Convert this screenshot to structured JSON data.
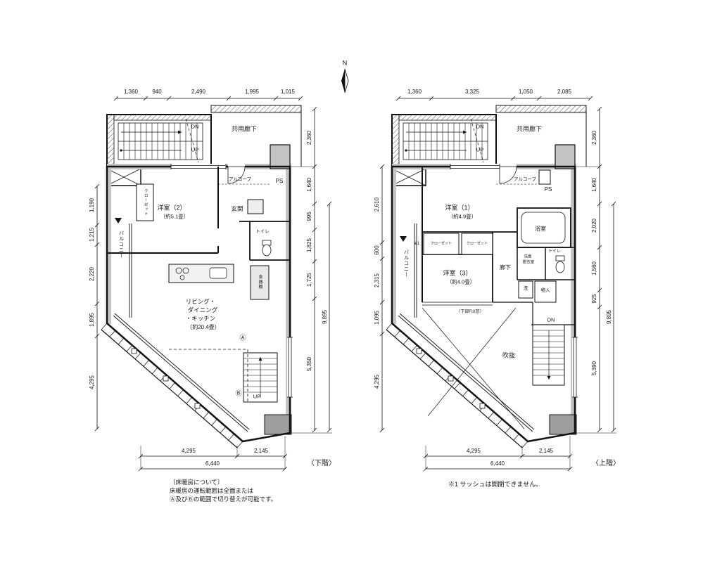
{
  "compass": {
    "label": "N"
  },
  "plans": [
    {
      "floor_label": "〈下階〉",
      "corridor": "共用廊下",
      "stair_dn": "DN",
      "stair_up": "UP",
      "rooms": {
        "alcove": "アルコーブ",
        "ps": "PS",
        "closet": "クローゼット",
        "western2": "洋室（2）",
        "western2_size": "（約5.1畳）",
        "entrance": "玄関",
        "toilet": "トイレ",
        "balcony": "バルコニー",
        "cupboard": "食器棚",
        "ldk1": "リビング・",
        "ldk2": "ダイニング",
        "ldk3": "・キッチン",
        "ldk_size": "（約20.4畳）",
        "zone_a": "Ⓐ",
        "zone_b": "Ⓑ",
        "inner_up": "UP"
      },
      "dims": {
        "top": [
          "1,360",
          "940",
          "2,490",
          "1,995",
          "1,015"
        ],
        "right": [
          "2,360",
          "1,640",
          "995",
          "1,825",
          "1,725",
          "5,350"
        ],
        "right_total": "9,895",
        "left": [
          "1,190",
          "1,215",
          "2,220",
          "1,895",
          "4,295"
        ],
        "bottom": [
          "4,295",
          "2,145"
        ],
        "bottom_total": "6,440"
      }
    },
    {
      "floor_label": "〈上階〉",
      "corridor": "共用廊下",
      "stair_dn": "DN",
      "stair_up": "UP",
      "rooms": {
        "alcove": "アルコーブ",
        "ps": "PS",
        "western1": "洋室（1）",
        "western1_size": "（約4.9畳）",
        "bath": "浴室",
        "closet1": "クローゼット",
        "closet2": "クローゼット",
        "western3": "洋室（3）",
        "western3_size": "（約4.0畳）",
        "hallway": "廊下",
        "washroom1": "洗面",
        "washroom2": "脱衣室",
        "toilet": "トイレ",
        "laundry": "洗",
        "storage": "物入",
        "inner_dn": "DN",
        "void": "吹抜",
        "balcony": "バルコニー",
        "fix_window": "（下部FIX窓）",
        "sash_mark": "※1"
      },
      "dims": {
        "top": [
          "1,360",
          "3,325",
          "1,050",
          "2,085"
        ],
        "right": [
          "2,360",
          "1,640",
          "2,020",
          "1,560",
          "925",
          "5,390"
        ],
        "right_total": "9,895",
        "left": [
          "2,610",
          "600",
          "2,315",
          "1,095",
          "4,295"
        ],
        "bottom": [
          "4,295",
          "2,145"
        ],
        "bottom_total": "6,440"
      }
    }
  ],
  "notes": {
    "heating_title": "〔床暖房について〕",
    "heating_line1": "床暖房の運転範囲は全面または",
    "heating_line2": "Ⓐ及びⒷの範囲で切り替えが可能です。",
    "sash_note": "※1 サッシュは開閉できません。"
  }
}
